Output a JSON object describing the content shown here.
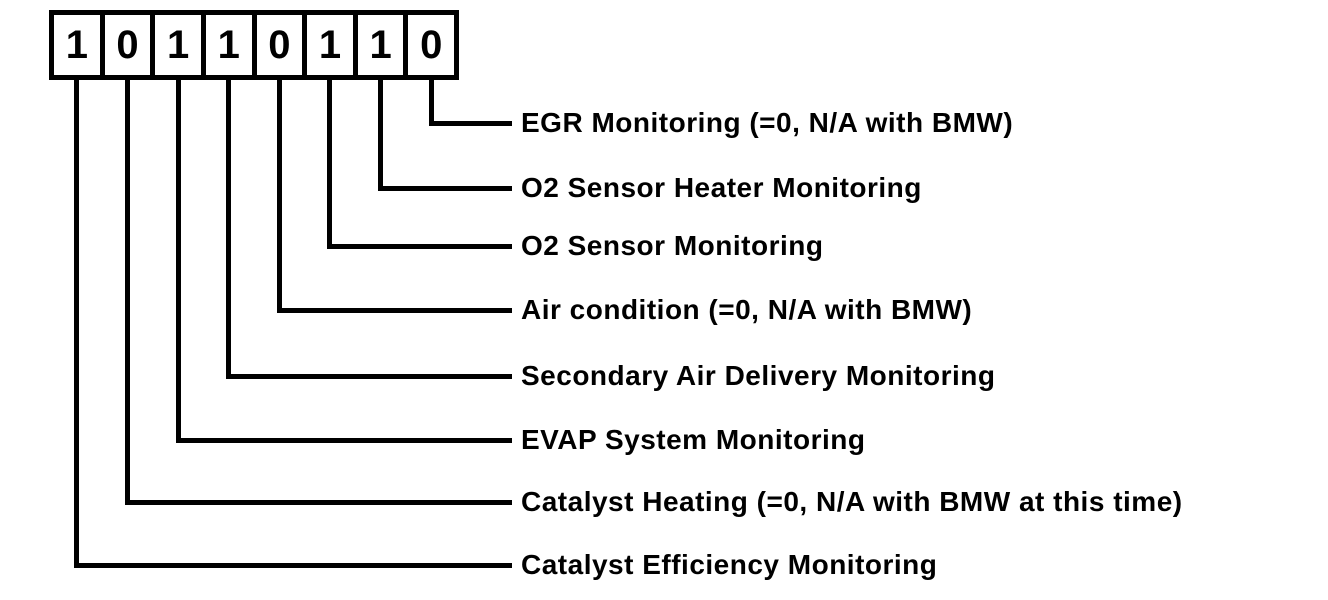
{
  "diagram": {
    "title": "readiness-bit-field",
    "bits": [
      "1",
      "0",
      "1",
      "1",
      "0",
      "1",
      "1",
      "0"
    ],
    "rows": [
      {
        "label": "EGR Monitoring (=0, N/A with BMW)",
        "bit_index": 7
      },
      {
        "label": "O2 Sensor Heater Monitoring",
        "bit_index": 6
      },
      {
        "label": "O2 Sensor Monitoring",
        "bit_index": 5
      },
      {
        "label": "Air condition (=0, N/A with BMW)",
        "bit_index": 4
      },
      {
        "label": "Secondary Air Delivery Monitoring",
        "bit_index": 3
      },
      {
        "label": "EVAP System Monitoring",
        "bit_index": 2
      },
      {
        "label": "Catalyst Heating (=0, N/A with BMW at this time)",
        "bit_index": 1
      },
      {
        "label": "Catalyst Efficiency Monitoring",
        "bit_index": 0
      }
    ],
    "colors": {
      "ink": "#000000",
      "background": "#ffffff"
    }
  }
}
